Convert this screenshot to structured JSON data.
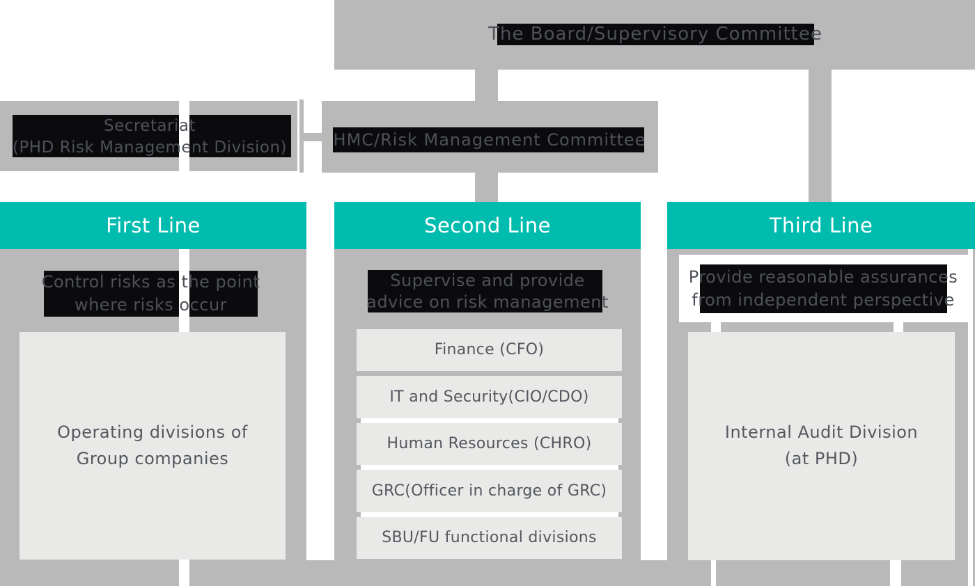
{
  "palette": {
    "structure_gray": "#b9b9b9",
    "line_teal": "#00bcae",
    "content_box": "#e9eae8",
    "highlight_black": "#0b0b0e",
    "text_gray": "#54575e",
    "background": "#ffffff"
  },
  "top": {
    "board_label": "The Board/Supervisory Committee",
    "secretariat_line1": "Secretariat",
    "secretariat_line2": "(PHD Risk Management Division)",
    "committee_label": "HMC/Risk Management Committee"
  },
  "lines": {
    "first": {
      "title": "First Line",
      "description_line1": "Control risks as the point",
      "description_line2": "where risks occur",
      "box_line1": "Operating divisions of",
      "box_line2": "Group companies"
    },
    "second": {
      "title": "Second Line",
      "description_line1": "Supervise and provide",
      "description_line2": "advice on risk management",
      "items": [
        "Finance (CFO)",
        "IT and Security(CIO/CDO)",
        "Human Resources (CHRO)",
        "GRC(Officer in charge of GRC)",
        "SBU/FU functional divisions"
      ]
    },
    "third": {
      "title": "Third Line",
      "description_line1": "Provide reasonable assurances",
      "description_line2": "from independent perspective",
      "box_line1": "Internal Audit Division",
      "box_line2": "(at PHD)"
    }
  }
}
